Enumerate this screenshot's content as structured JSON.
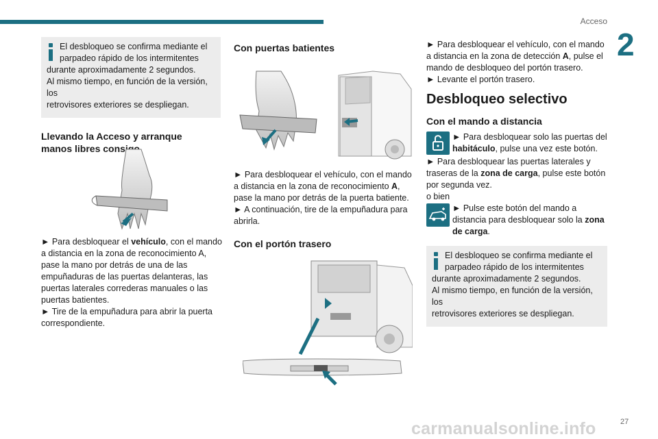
{
  "header": {
    "section": "Acceso",
    "chapter": "2",
    "page_number": "27"
  },
  "watermark": "carmanualsonline.info",
  "colors": {
    "accent": "#1c6f82",
    "infobox_bg": "#ececec"
  },
  "col1": {
    "info_lines": [
      "El desbloqueo se confirma mediante el",
      "parpadeo rápido de los intermitentes",
      "durante aproximadamente 2 segundos.",
      "Al mismo tiempo, en función de la versión, los",
      "retrovisores exteriores se despliegan."
    ],
    "heading_lines": [
      "Llevando la Acceso y arranque",
      "manos libres consigo"
    ],
    "p1": {
      "a": "► Para desbloquear el ",
      "b": "vehículo",
      "c": ", con el mando a distancia en la zona de reconocimiento A, pase la mano por detrás de una de las empuñaduras de las puertas delanteras, las puertas laterales correderas manuales o las puertas batientes."
    },
    "p2": "► Tire de la empuñadura para abrir la puerta correspondiente."
  },
  "col2": {
    "heading1": "Con puertas batientes",
    "p1": {
      "a": "► Para desbloquear el vehículo, con el mando a distancia en la zona de reconocimiento ",
      "b": "A",
      "c": ", pase la mano por detrás de la puerta batiente."
    },
    "p2": "► A continuación, tire de la empuñadura para abrirla.",
    "heading2": "Con el portón trasero"
  },
  "col3": {
    "p1": {
      "a": "► Para desbloquear el vehículo, con el mando a distancia en la zona de detección ",
      "b": "A",
      "c": ", pulse el mando de desbloqueo del portón trasero."
    },
    "p2": "► Levante el portón trasero.",
    "title": "Desbloqueo selectivo",
    "subheading": "Con el mando a distancia",
    "b1": {
      "a": "► Para desbloquear solo las puertas del ",
      "b": "habitáculo",
      "c": ", pulse una vez este botón."
    },
    "b2": {
      "a": "► Para desbloquear las puertas laterales y traseras de la ",
      "b": "zona de carga",
      "c": ", pulse este botón por segunda vez."
    },
    "o_bien": "o bien",
    "b3": {
      "a": "► Pulse este botón del mando a distancia para desbloquear solo la ",
      "b": "zona de carga",
      "c": "."
    },
    "info_lines": [
      "El desbloqueo se confirma mediante el",
      "parpadeo rápido de los intermitentes",
      "durante aproximadamente 2 segundos.",
      "Al mismo tiempo, en función de la versión, los",
      "retrovisores exteriores se despliegan."
    ],
    "icons": [
      "unlock-padlock-icon",
      "van-rear-unlock-icon"
    ]
  }
}
